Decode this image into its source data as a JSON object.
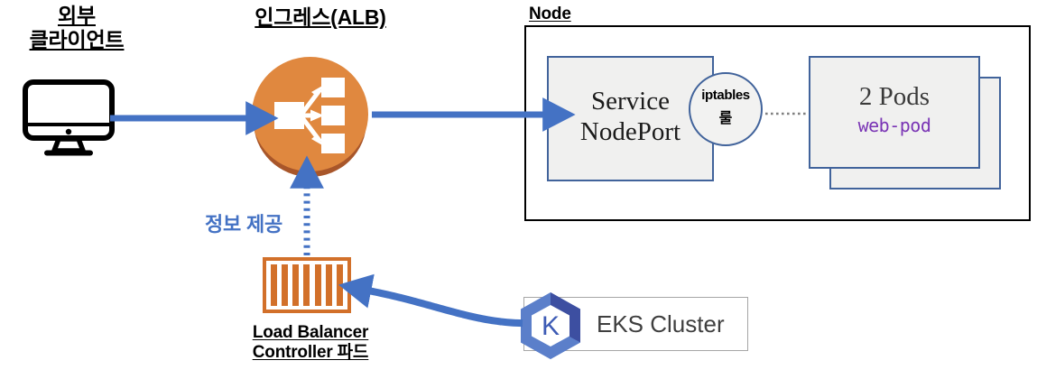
{
  "diagram": {
    "title_nodes": {
      "client": {
        "line1": "외부",
        "line2": "클라이언트"
      },
      "ingress": "인그레스(ALB)",
      "node": "Node",
      "info_flow": "정보 제공",
      "lb_controller": {
        "line1": "Load Balancer",
        "line2": "Controller 파드"
      }
    },
    "boxes": {
      "service": {
        "line1": "Service",
        "line2": "NodePort"
      },
      "iptables": {
        "line1": "iptables",
        "line2": "룰"
      },
      "pods": {
        "count_label": "2 Pods",
        "name": "web-pod"
      },
      "eks": {
        "label": "EKS Cluster",
        "logo_letter": "K"
      }
    },
    "icons": {
      "client": "monitor-icon",
      "ingress": "load-balancer-icon",
      "lb_controller": "container-icon",
      "eks": "kubernetes-hexagon-icon"
    },
    "edges": [
      {
        "name": "client-to-ingress",
        "style": "solid-arrow",
        "color": "#4472C4"
      },
      {
        "name": "ingress-to-service",
        "style": "solid-arrow",
        "color": "#4472C4"
      },
      {
        "name": "iptables-to-pods",
        "style": "dotted-line",
        "color": "#808080"
      },
      {
        "name": "lbcontroller-to-ingress",
        "style": "dotted-arrow",
        "color": "#4472C4"
      },
      {
        "name": "eks-to-lbcontroller",
        "style": "dotted-curve-arrow",
        "color": "#4472C4"
      }
    ],
    "colors": {
      "arrow_blue": "#4472C4",
      "alb_orange": "#e0883f",
      "alb_shadow": "#a8562a",
      "container_orange": "#d2702a",
      "box_border_blue": "#41639b",
      "box_fill_gray": "#f0f0ef",
      "pod_name_purple": "#7a35b5",
      "node_border": "#000000",
      "eks_box_border": "#a6a6a6",
      "k8s_blue": "#5b7fca",
      "k8s_dark_blue": "#3d4fa1",
      "dotted_gray": "#808080"
    }
  }
}
